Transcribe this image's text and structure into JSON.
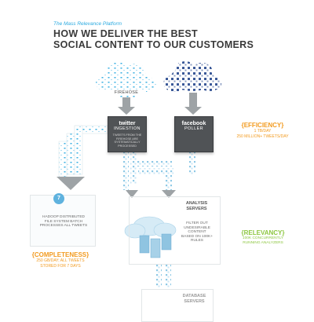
{
  "header": {
    "subtitle": "The Mass Relevance Platform",
    "title_line1": "HOW WE DELIVER THE BEST",
    "title_line2": "SOCIAL CONTENT TO OUR CUSTOMERS"
  },
  "sources": {
    "firehose_label": "FIREHOSE",
    "poller_cloud_icon": "facebook-icon-cloud",
    "firehose_cloud_icon": "twitter-bird-cloud"
  },
  "nodes": {
    "twitter_brand": "twitter",
    "twitter_name": "INGESTION",
    "twitter_desc": "TWEETS FROM THE FIREHOSE ARE SYSTEMATICALLY PROCESSED",
    "facebook_brand": "facebook",
    "facebook_name": "POLLER"
  },
  "callouts": {
    "efficiency_title": "{EFFICIENCY}",
    "efficiency_line1": "1 TB/DAY",
    "efficiency_line2": "250 MILLION+ TWEETS/DAY",
    "relevancy_title": "{RELEVANCY}",
    "relevancy_line1": "100K CONCURRENTLY",
    "relevancy_line2": "RUNNING ANALYZERS",
    "completeness_title": "{COMPLETENESS}",
    "completeness_line1": "250 GB/DAY; ALL TWEETS",
    "completeness_line2": "STORED FOR 7 DAYS"
  },
  "hadoop": {
    "badge": "7",
    "text_line1": "HADOOP DISTRIBUTED",
    "text_line2": "FILE SYSTEM BATCH",
    "text_line3": "PROCESSES ALL TWEETS"
  },
  "analysis": {
    "title_line1": "ANALYSIS",
    "title_line2": "SERVERS",
    "text_line1": "FILTER OUT",
    "text_line2": "UNDESIRABLE",
    "text_line3": "CONTENT",
    "text_line4": "BASED ON 100K+",
    "text_line5": "RULES"
  },
  "database": {
    "title_line1": "DATABASE",
    "title_line2": "SERVERS"
  },
  "colors": {
    "accent_blue": "#2aaae0",
    "orange": "#f29a1e",
    "green": "#8cc63f",
    "node_dark": "#505356",
    "facebook_blue": "#3b5998"
  }
}
